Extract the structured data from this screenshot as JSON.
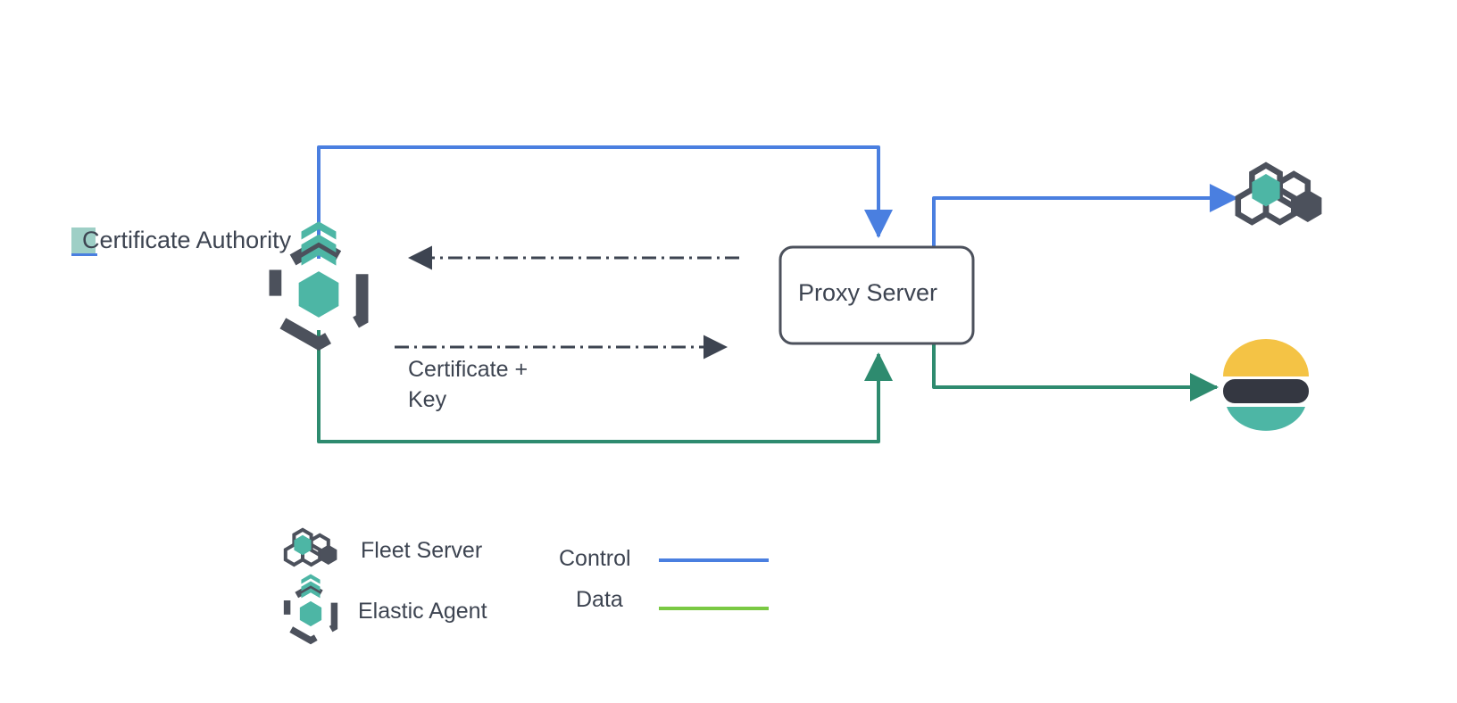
{
  "diagram": {
    "title": "Certificate Authority / Proxy Server topology",
    "background": "#ffffff"
  },
  "nodes": {
    "certificate_authority": {
      "label": "Certificate Authority",
      "icon": "elastic-agent-icon",
      "highlight_color": "#9ecfc6",
      "underline_color": "#4a7fe0",
      "text_color": "#3d4451"
    },
    "proxy_server": {
      "label": "Proxy Server",
      "border_color": "#4c515c",
      "fill_color": "#ffffff",
      "text_color": "#3d4451"
    },
    "fleet_server": {
      "icon": "fleet-server-icon",
      "teal": "#4db6a5",
      "dark": "#4c515c"
    },
    "elasticsearch": {
      "icon": "elasticsearch-icon",
      "yellow": "#f4c345",
      "dark": "#343741",
      "teal": "#4db6a5"
    }
  },
  "edges": {
    "cert_key_label": "Certificate +\nKey",
    "control_color": "#4a7fe0",
    "data_color": "#2e8b6f",
    "dashed_color": "#4c515c"
  },
  "legend": {
    "items": [
      {
        "label": "Fleet Server",
        "icon": "fleet-server-icon"
      },
      {
        "label": "Elastic Agent",
        "icon": "elastic-agent-icon"
      }
    ],
    "lines": [
      {
        "label": "Control",
        "color": "#4a7fe0"
      },
      {
        "label": "Data",
        "color": "#7ac943"
      }
    ]
  },
  "colors": {
    "teal": "#4db6a5",
    "dark_gray": "#4c515c",
    "text": "#3d4451",
    "blue": "#4a7fe0",
    "green_data": "#2e8b6f",
    "legend_green": "#7ac943",
    "yellow": "#f4c345",
    "es_dark": "#343741"
  }
}
